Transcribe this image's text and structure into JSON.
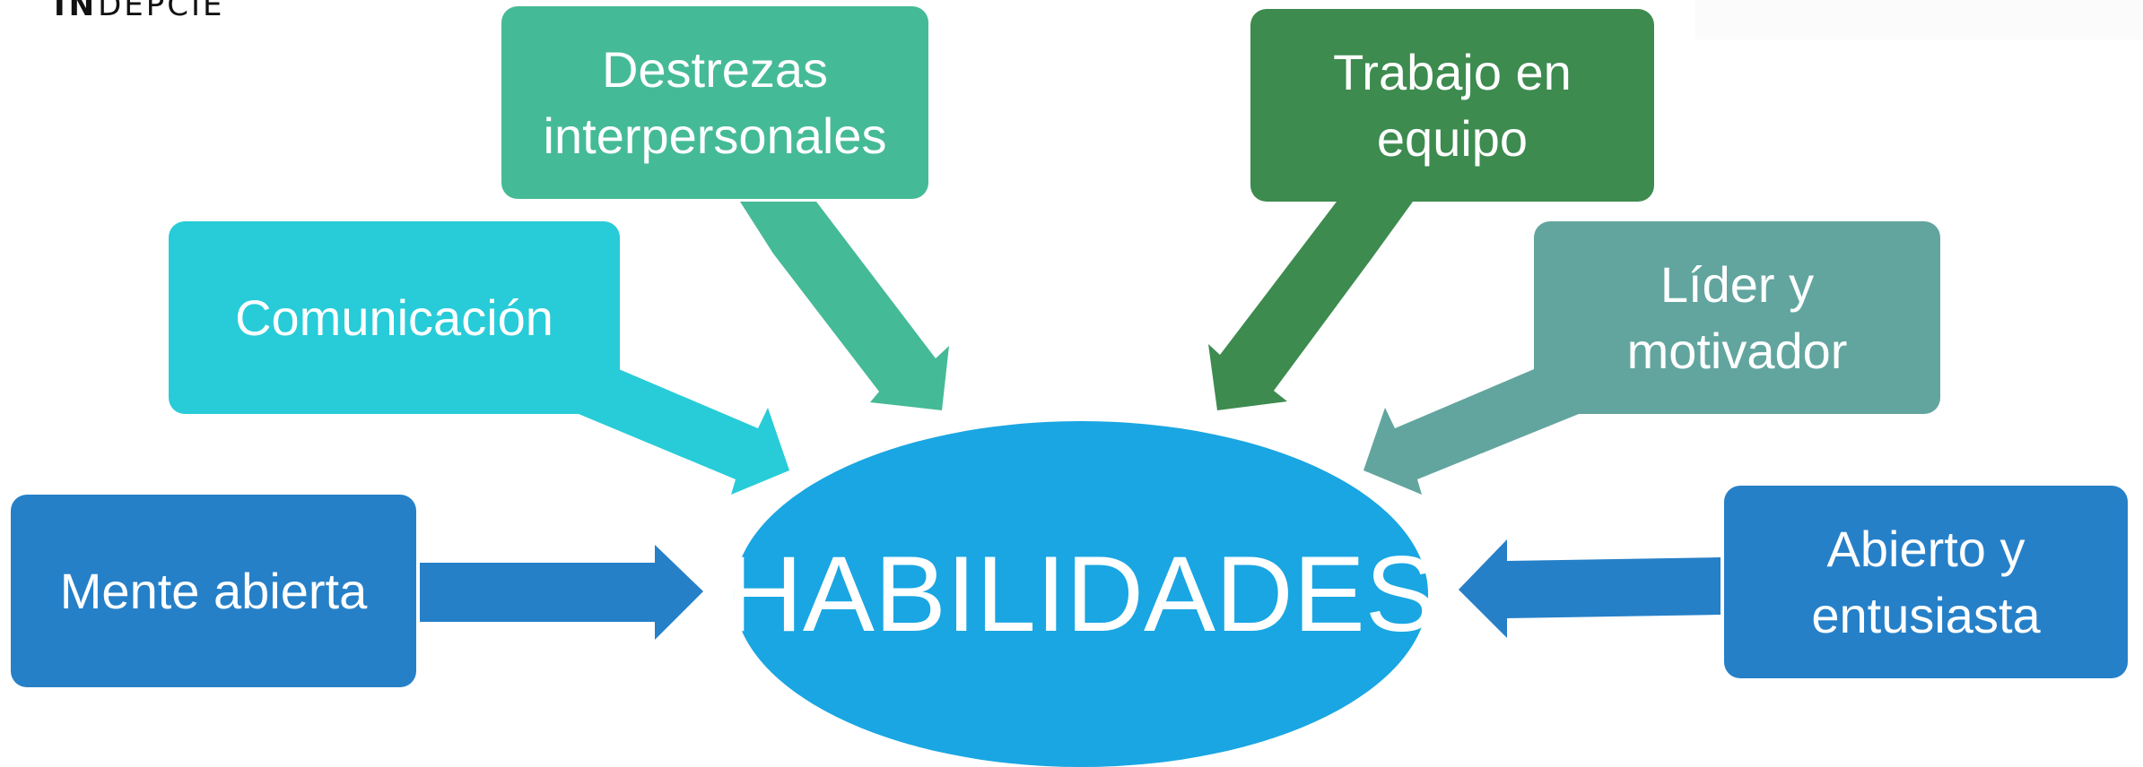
{
  "logo": {
    "bold": "IN",
    "rest": "DEPCIE"
  },
  "center": {
    "label": "HABILIDADES",
    "color": "#1aa6e2"
  },
  "nodes": {
    "destrezas": {
      "label": "Destrezas\ninterpersonales",
      "color": "#45ba96"
    },
    "trabajo": {
      "label": "Trabajo en\nequipo",
      "color": "#3d8b4f"
    },
    "comunicacion": {
      "label": "Comunicación",
      "color": "#27ccd8"
    },
    "lider": {
      "label": "Líder y\nmotivador",
      "color": "#62a59f"
    },
    "mente": {
      "label": "Mente abierta",
      "color": "#2680c8"
    },
    "abierto": {
      "label": "Abierto y\nentusiasta",
      "color": "#2680c8"
    }
  }
}
